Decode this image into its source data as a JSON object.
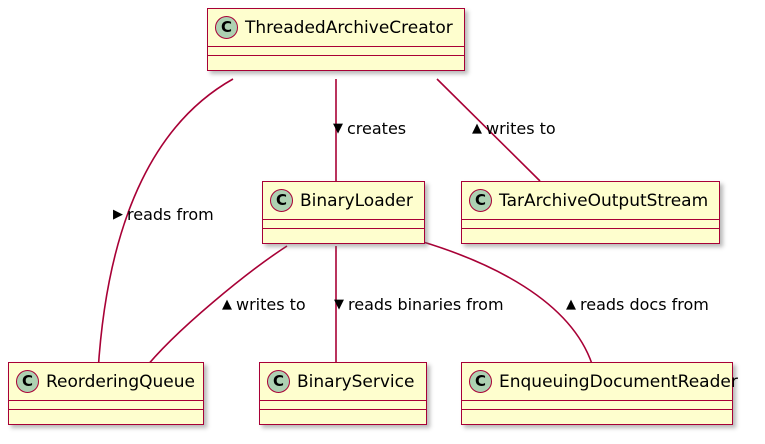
{
  "diagram": {
    "type": "uml-class-diagram",
    "background_color": "#FFFFFF",
    "colors": {
      "box_fill": "#FEFECE",
      "box_border": "#A80036",
      "icon_fill": "#ADD1B2",
      "edge_stroke": "#A80036",
      "text": "#000000"
    },
    "classes": [
      {
        "id": "threaded-archive-creator",
        "name": "ThreadedArchiveCreator",
        "stereotype_icon": "class-icon",
        "stereotype_letter": "C",
        "compartments": [
          "",
          ""
        ]
      },
      {
        "id": "binary-loader",
        "name": "BinaryLoader",
        "stereotype_icon": "class-icon",
        "stereotype_letter": "C",
        "compartments": [
          "",
          ""
        ]
      },
      {
        "id": "tar-archive-output-stream",
        "name": "TarArchiveOutputStream",
        "stereotype_icon": "class-icon",
        "stereotype_letter": "C",
        "compartments": [
          "",
          ""
        ]
      },
      {
        "id": "reordering-queue",
        "name": "ReorderingQueue",
        "stereotype_icon": "class-icon",
        "stereotype_letter": "C",
        "compartments": [
          "",
          ""
        ]
      },
      {
        "id": "binary-service",
        "name": "BinaryService",
        "stereotype_icon": "class-icon",
        "stereotype_letter": "C",
        "compartments": [
          "",
          ""
        ]
      },
      {
        "id": "enqueuing-document-reader",
        "name": "EnqueuingDocumentReader",
        "stereotype_icon": "class-icon",
        "stereotype_letter": "C",
        "compartments": [
          "",
          ""
        ]
      }
    ],
    "relationships": [
      {
        "id": "creator-reads-from-queue",
        "from": "ThreadedArchiveCreator",
        "to": "ReorderingQueue",
        "label": "reads from",
        "arrow_direction": "right",
        "arrow_glyph": "▶"
      },
      {
        "id": "creator-creates-loader",
        "from": "ThreadedArchiveCreator",
        "to": "BinaryLoader",
        "label": "creates",
        "arrow_direction": "down",
        "arrow_glyph": "▼"
      },
      {
        "id": "creator-writes-to-tar",
        "from": "ThreadedArchiveCreator",
        "to": "TarArchiveOutputStream",
        "label": "writes to",
        "arrow_direction": "up",
        "arrow_glyph": "▲"
      },
      {
        "id": "loader-writes-to-queue",
        "from": "BinaryLoader",
        "to": "ReorderingQueue",
        "label": "writes to",
        "arrow_direction": "up",
        "arrow_glyph": "▲"
      },
      {
        "id": "loader-reads-binaries-from-service",
        "from": "BinaryLoader",
        "to": "BinaryService",
        "label": "reads binaries from",
        "arrow_direction": "down",
        "arrow_glyph": "▼"
      },
      {
        "id": "loader-reads-docs-from-reader",
        "from": "BinaryLoader",
        "to": "EnqueuingDocumentReader",
        "label": "reads docs from",
        "arrow_direction": "up",
        "arrow_glyph": "▲"
      }
    ]
  }
}
